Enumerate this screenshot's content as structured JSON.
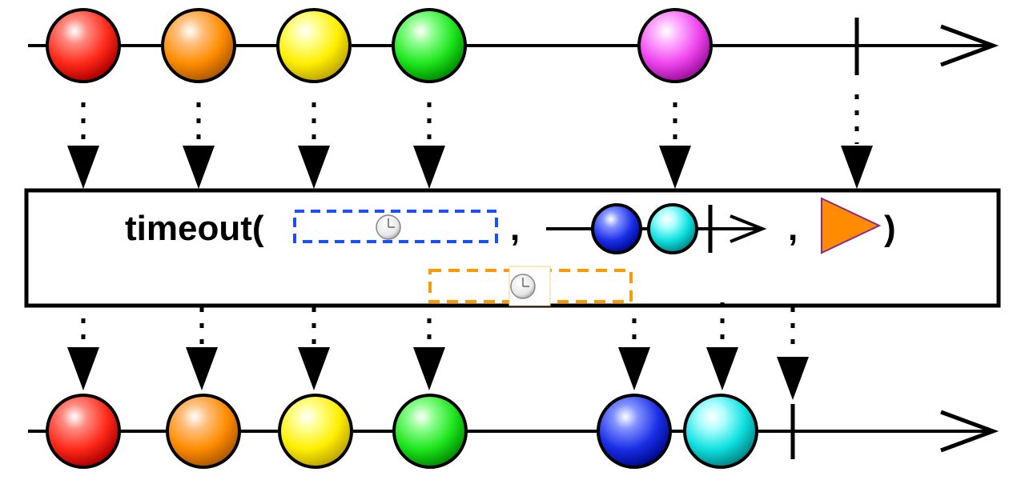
{
  "operator": {
    "name": "timeout(",
    "separator_1": ",",
    "separator_2": ",",
    "close": ")"
  },
  "source_stream": {
    "marbles": [
      "red",
      "orange",
      "yellow",
      "green",
      "magenta"
    ],
    "completes": true
  },
  "fallback_stream": {
    "marbles": [
      "blue",
      "cyan"
    ],
    "completes": true
  },
  "result_stream": {
    "marbles": [
      "red",
      "orange",
      "yellow",
      "green",
      "blue",
      "cyan"
    ],
    "completes": true
  },
  "icons": {
    "first_timeout_selector": "clock-icon",
    "timeout_selector": "clock-icon",
    "fallback_indicator": "play-triangle-icon"
  },
  "colors": {
    "red": "#ff2a1a",
    "orange": "#ff8c00",
    "yellow": "#ffee00",
    "green": "#1ee61e",
    "magenta": "#ee44ee",
    "blue": "#1a2ee6",
    "cyan": "#10e0e0",
    "first_timeout_box": "#1a4fff",
    "timeout_box": "#ff9900",
    "fallback_triangle": "#ff8c00"
  }
}
